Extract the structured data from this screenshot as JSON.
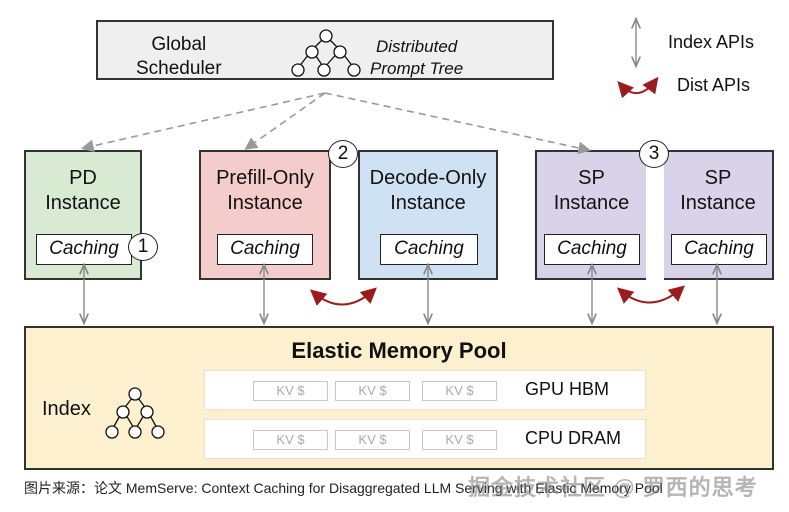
{
  "scheduler": {
    "title_line1": "Global",
    "title_line2": "Scheduler",
    "tree_label_line1": "Distributed",
    "tree_label_line2": "Prompt Tree"
  },
  "legend": {
    "index_apis": "Index APIs",
    "dist_apis": "Dist APIs",
    "index_color": "#888888",
    "dist_color": "#9b1c1c"
  },
  "instances": [
    {
      "title_line1": "PD",
      "title_line2": "Instance",
      "caching": "Caching",
      "color": "#d9ead3"
    },
    {
      "title_line1": "Prefill-Only",
      "title_line2": "Instance",
      "caching": "Caching",
      "color": "#f4cccc"
    },
    {
      "title_line1": "Decode-Only",
      "title_line2": "Instance",
      "caching": "Caching",
      "color": "#cfe2f3"
    },
    {
      "title_line1": "SP",
      "title_line2": "Instance",
      "caching": "Caching",
      "color": "#d9d2e9"
    },
    {
      "title_line1": "SP",
      "title_line2": "Instance",
      "caching": "Caching",
      "color": "#d9d2e9"
    }
  ],
  "badges": [
    "1",
    "2",
    "3"
  ],
  "pool": {
    "title": "Elastic Memory Pool",
    "index_label": "Index",
    "color": "#fdf0cf",
    "tiers": [
      {
        "label": "GPU HBM",
        "blocks": [
          "KV $",
          "KV $",
          "KV $"
        ]
      },
      {
        "label": "CPU DRAM",
        "blocks": [
          "KV $",
          "KV $",
          "KV $"
        ]
      }
    ]
  },
  "caption": "图片来源：论文 MemServe: Context Caching for Disaggregated LLM Serving with Elastic Memory Pool",
  "watermark": "掘金技术社区 @ 罗西的思考"
}
